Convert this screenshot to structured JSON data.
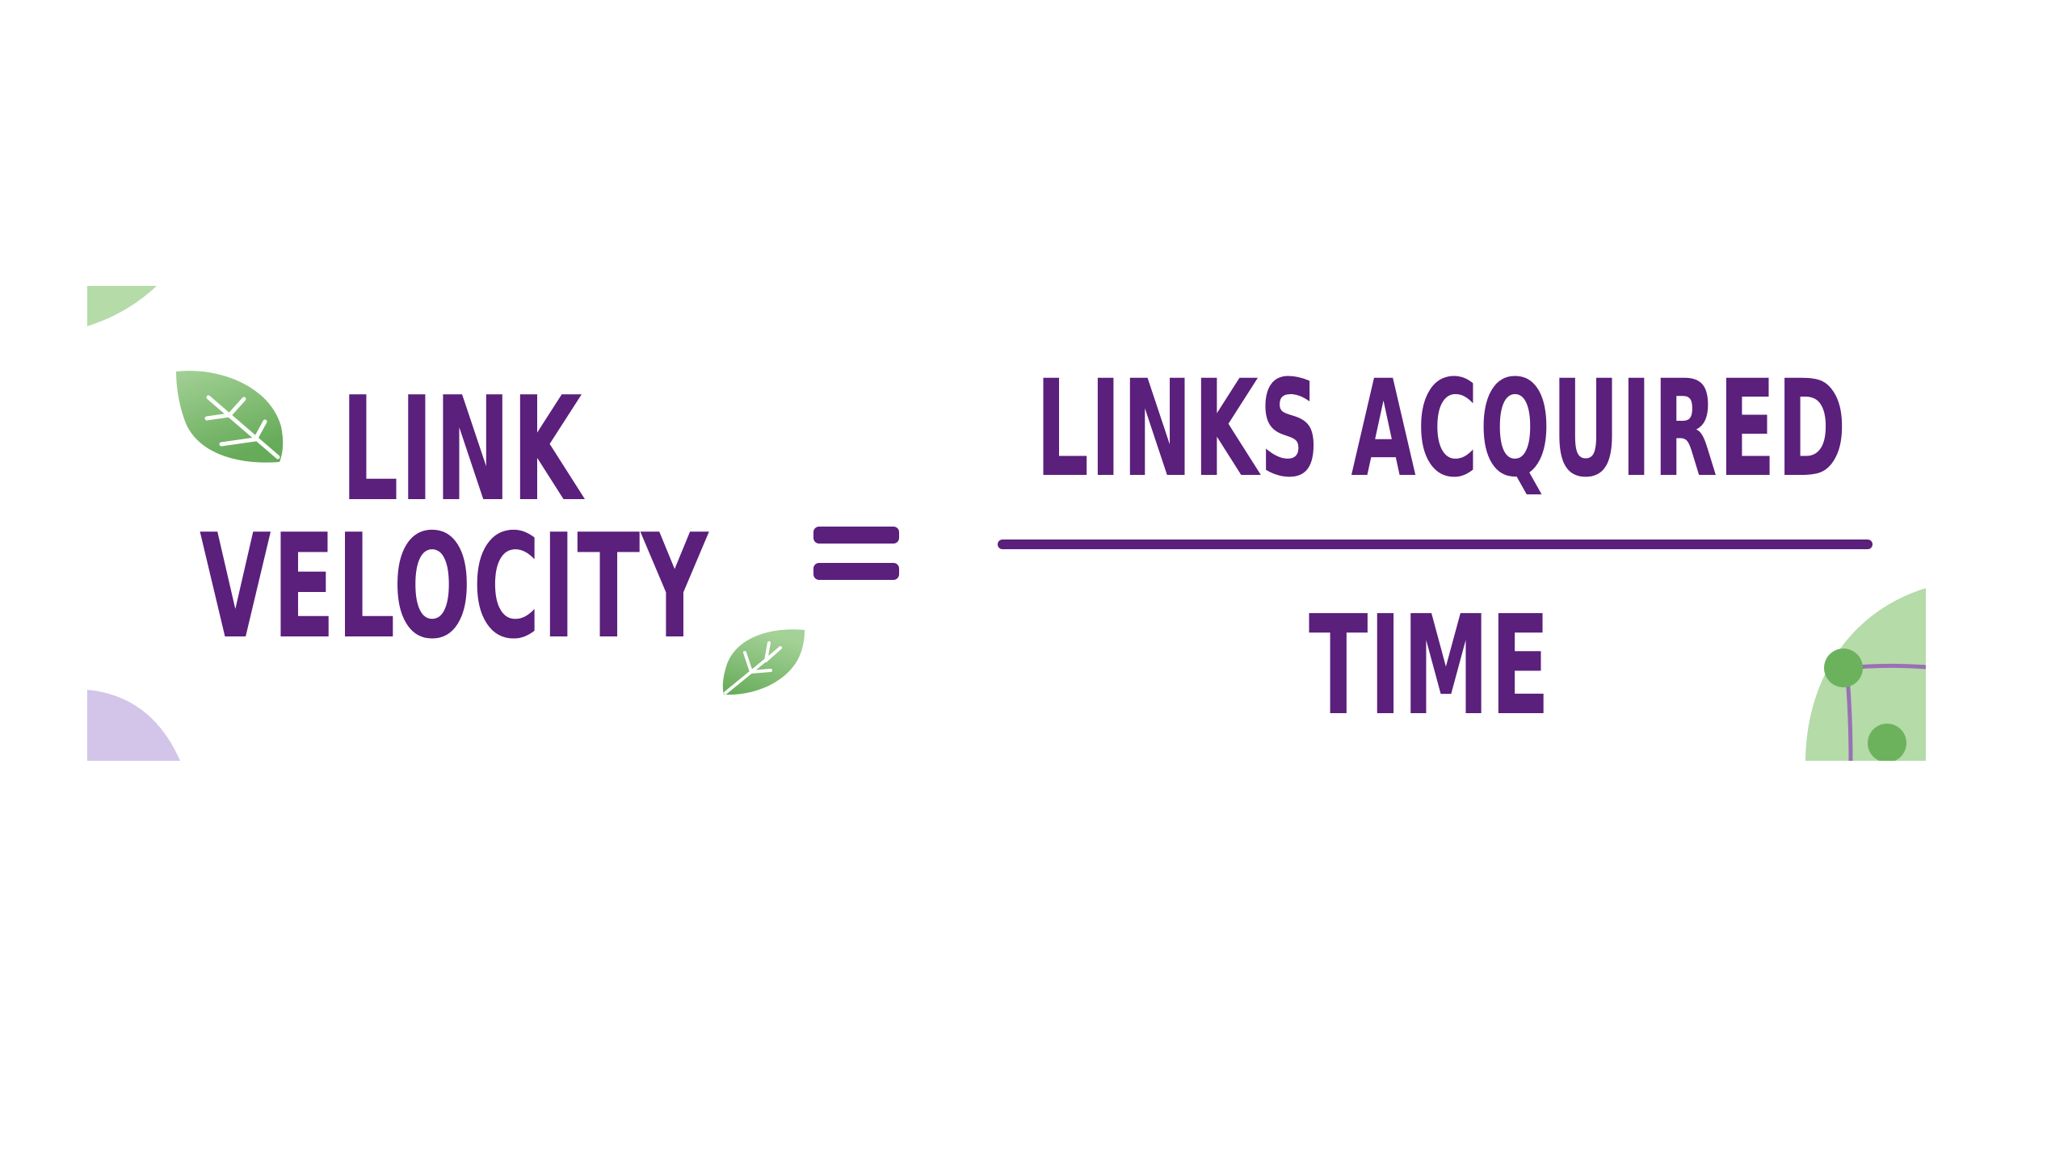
{
  "formula": {
    "lhs": {
      "line1": "LINK",
      "line2": "VELOCITY"
    },
    "operator": "=",
    "numerator": "LINKS ACQUIRED",
    "denominator": "TIME"
  },
  "colors": {
    "text_purple": "#5b1f7c",
    "leaf_green_light": "#a3d196",
    "leaf_green_dark": "#66ab59",
    "corner_green": "#b4dba8",
    "corner_lavender": "#d3c5e9",
    "node_green": "#6cb25d",
    "connector_purple": "#9b6fb5",
    "background": "#ffffff"
  }
}
